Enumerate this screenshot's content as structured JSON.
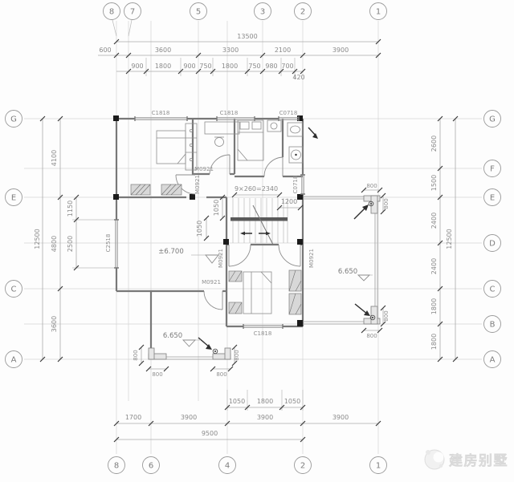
{
  "grid": {
    "top": [
      "8",
      "7",
      "5",
      "3",
      "2",
      "1"
    ],
    "bottom": [
      "8",
      "6",
      "4",
      "2",
      "1"
    ],
    "left": [
      "G",
      "E",
      "C",
      "A"
    ],
    "right": [
      "G",
      "F",
      "E",
      "D",
      "C",
      "B",
      "A"
    ]
  },
  "dims": {
    "top_total": "13500",
    "top_major": [
      "600",
      "3600",
      "3300",
      "2100",
      "3900"
    ],
    "top_minor": [
      "900",
      "1800",
      "900",
      "750",
      "1800",
      "750",
      "980",
      "700"
    ],
    "top_offset": "420",
    "left_total": "12500",
    "left_major": [
      "4100",
      "4800",
      "3600"
    ],
    "left_inner": [
      "1150",
      "2500"
    ],
    "right_total": "12500",
    "right_major": [
      "2600",
      "1500",
      "2400",
      "2400",
      "1800",
      "1800"
    ],
    "bottom_minor": [
      "1050",
      "1800",
      "1050"
    ],
    "bottom_major": [
      "1700",
      "3900",
      "3900",
      "3900"
    ],
    "bottom_total": "9500",
    "stair_note": "9×260=2340",
    "stair_width": "1200",
    "stair_inner": [
      "1050",
      "1050"
    ],
    "corner": [
      "800",
      "800",
      "800",
      "800",
      "800",
      "800",
      "800",
      "800"
    ]
  },
  "labels": {
    "windows": [
      "C1818",
      "C1818",
      "C0718",
      "C0718",
      "C2518",
      "C1818"
    ],
    "doors": [
      "M0921",
      "M0921",
      "M0921",
      "M0921",
      "M0921"
    ]
  },
  "levels": {
    "hall": "±6.700",
    "terrace_left": "6.650",
    "terrace_right": "6.650"
  },
  "watermark": {
    "text": "建房别墅"
  }
}
